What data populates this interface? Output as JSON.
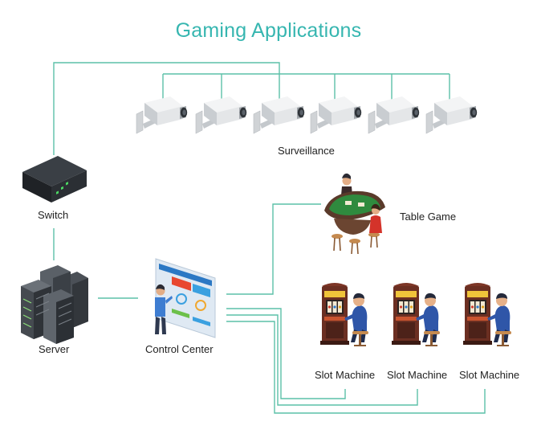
{
  "title": "Gaming Applications",
  "labels": {
    "surveillance": "Surveillance",
    "switch": "Switch",
    "server": "Server",
    "control_center": "Control Center",
    "table_game": "Table Game",
    "slot_1": "Slot Machine",
    "slot_2": "Slot Machine",
    "slot_3": "Slot Machine"
  },
  "colors": {
    "title": "#36b6b0",
    "line": "#5cc0a8",
    "text": "#222222"
  },
  "icons": [
    "camera-icon",
    "switch-icon",
    "server-icon",
    "control-center-icon",
    "table-game-icon",
    "slot-machine-icon"
  ]
}
